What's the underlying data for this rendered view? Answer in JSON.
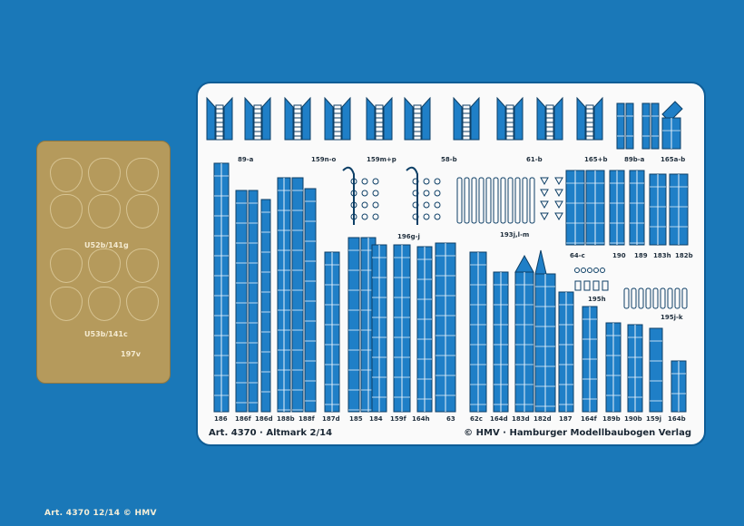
{
  "brass_fret": {
    "title": "Art. 4370 12/14 © HMV",
    "labels": [
      "U52b/141g",
      "U53b/141c",
      "197v"
    ]
  },
  "photoetch_fret": {
    "title_left": "Art. 4370 · Altmark 2/14",
    "title_right": "© HMV · Hamburger Modellbaubogen Verlag",
    "top_labels": [
      "89-a",
      "159n-o",
      "159m+p",
      "58-b",
      "61-b",
      "165+b",
      "89b-a",
      "165a-b"
    ],
    "mid_labels": [
      "196g-j",
      "193j,l-m",
      "64-c",
      "190",
      "189",
      "183h",
      "182b",
      "195h",
      "195j-k"
    ],
    "bottom_labels": [
      "186",
      "186f",
      "186d",
      "188b",
      "188f",
      "187d",
      "185",
      "184",
      "159f",
      "164h",
      "63",
      "62c",
      "164d",
      "183d",
      "182d",
      "187",
      "164f",
      "189b",
      "190b",
      "159j",
      "164b"
    ]
  },
  "colors": {
    "background": "#1a78b8",
    "brass": "#b59a5c",
    "steel": "#fafafa",
    "panel_blue": "#1f7fc7"
  }
}
